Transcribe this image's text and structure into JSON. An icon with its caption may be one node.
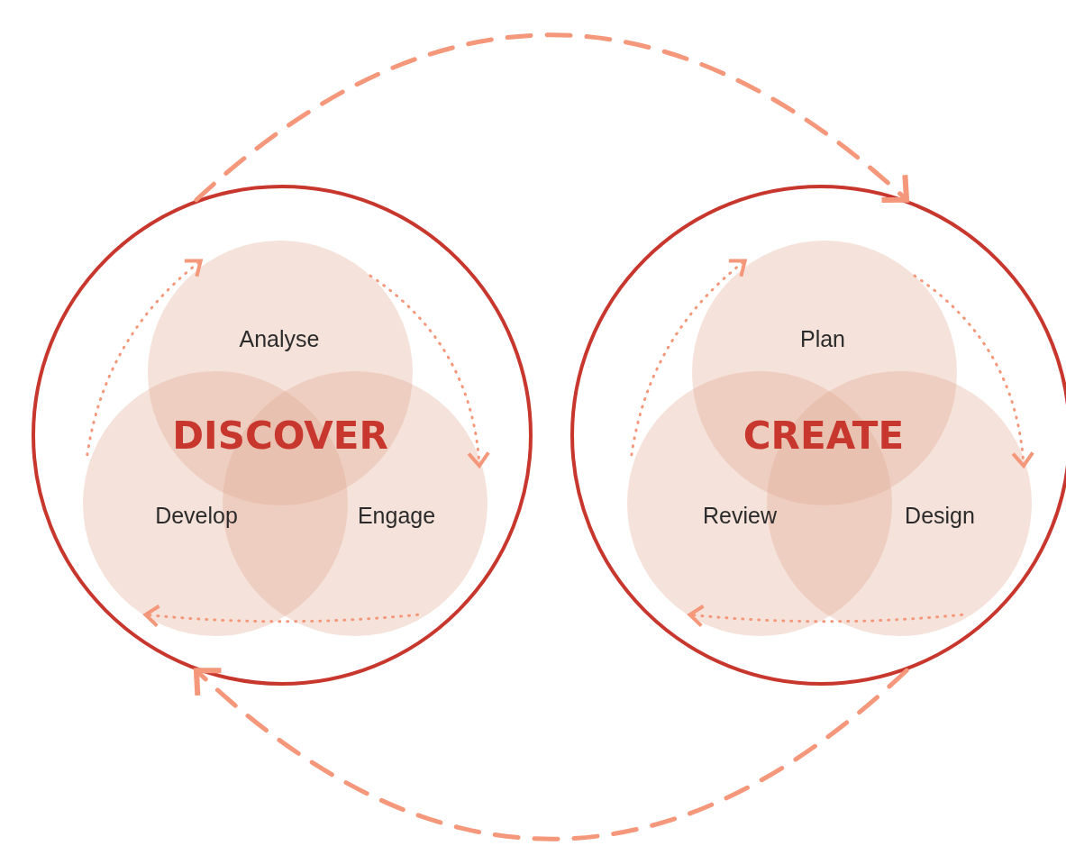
{
  "diagram": {
    "nodes": [
      {
        "text": [],
        "shape": "circle"
      },
      {
        "text": [
          "Analyse"
        ],
        "in": 0
      },
      {
        "text": [
          "Develop"
        ],
        "in": 0
      },
      {
        "text": [
          "Engage"
        ],
        "in": 0
      },
      {
        "text": [],
        "shape": "circle"
      },
      {
        "text": [
          "Plan"
        ],
        "in": 4
      },
      {
        "text": [
          "Review"
        ],
        "in": 4
      },
      {
        "text": [
          "Design"
        ],
        "in": 4
      }
    ],
    "edges": [
      {
        "from": 0,
        "to": 4,
        "arrow": "to",
        "style": "dashed"
      },
      {
        "from": 4,
        "to": 0,
        "arrow": "to",
        "style": "dashed"
      },
      {
        "from": 1,
        "to": 3,
        "arrow": "to"
      },
      {
        "from": 3,
        "to": 2,
        "arrow": "to"
      },
      {
        "from": 2,
        "to": 1,
        "arrow": "to"
      },
      {
        "from": 5,
        "to": 7,
        "arrow": "to"
      },
      {
        "from": 7,
        "to": 6,
        "arrow": "to"
      },
      {
        "from": 6,
        "to": 5,
        "arrow": "to"
      }
    ],
    "labels": [
      "DISCOVER",
      "CREATE"
    ]
  }
}
